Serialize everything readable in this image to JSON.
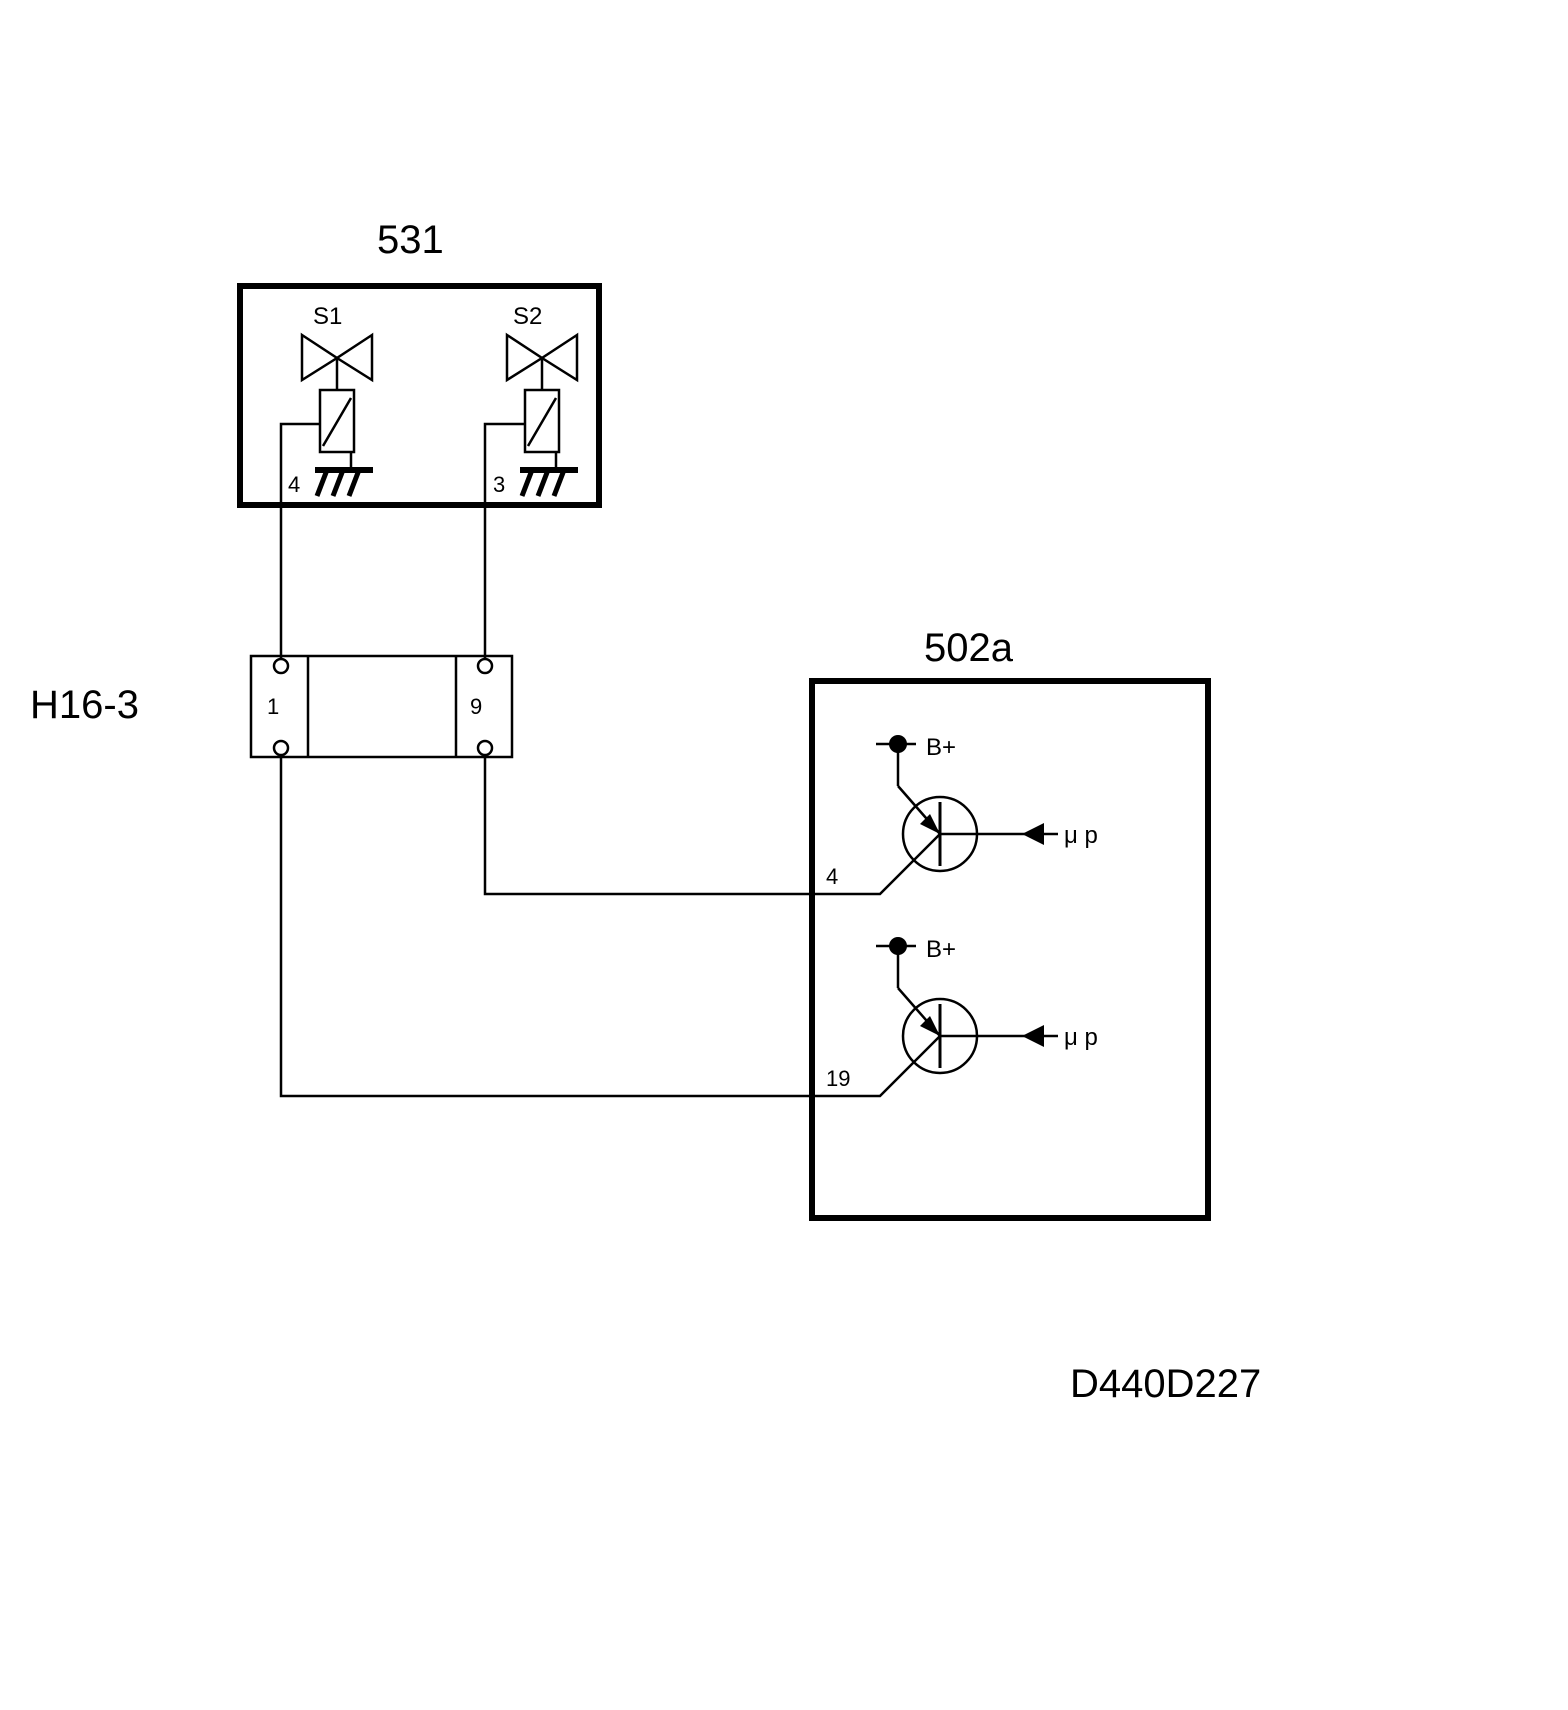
{
  "drawing_id": "D440D227",
  "components": {
    "solenoid_unit": {
      "label": "531",
      "valves": [
        {
          "name": "S1",
          "pin": "4"
        },
        {
          "name": "S2",
          "pin": "3"
        }
      ]
    },
    "connector": {
      "label": "H16-3",
      "pins": [
        "1",
        "9"
      ]
    },
    "control_module": {
      "label": "502a",
      "drivers": [
        {
          "pin": "4",
          "supply": "B+",
          "input": "μ p"
        },
        {
          "pin": "19",
          "supply": "B+",
          "input": "μ p"
        }
      ]
    }
  }
}
